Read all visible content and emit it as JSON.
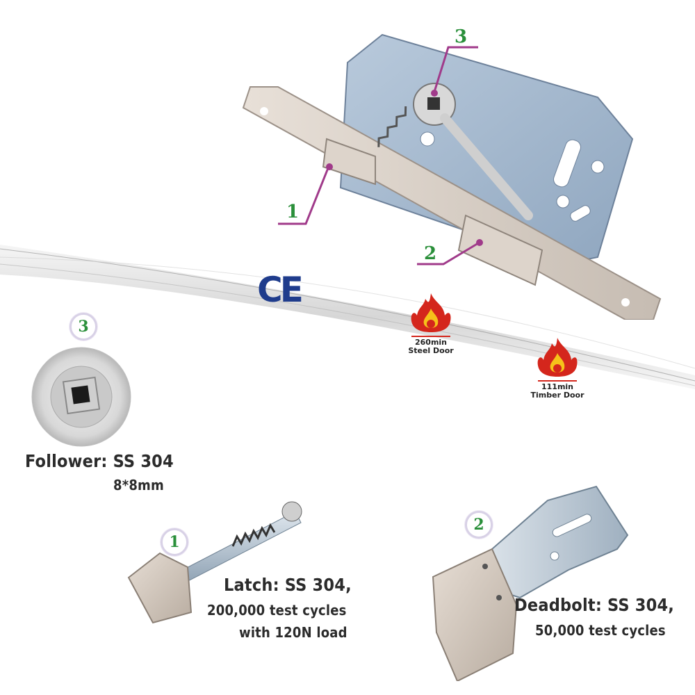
{
  "callouts": {
    "c1": "1",
    "c2": "2",
    "c3": "3"
  },
  "badges": {
    "b1": "1",
    "b2": "2",
    "b3": "3"
  },
  "ce_mark": "CE",
  "fire_ratings": [
    {
      "minutes": "260min",
      "door": "Steel Door"
    },
    {
      "minutes": "111min",
      "door": "Timber Door"
    }
  ],
  "follower": {
    "title": "Follower: SS 304",
    "size": "8*8mm"
  },
  "latch": {
    "title": "Latch: SS 304,",
    "line2": "200,000 test cycles",
    "line3": "with 120N load"
  },
  "deadbolt": {
    "title": "Deadbolt: SS 304,",
    "line2": "50,000 test cycles"
  },
  "colors": {
    "accent_green": "#2a8f3a",
    "leader_purple": "#a03a8a",
    "ce_blue": "#1f3c8c",
    "flame_red": "#d4261c",
    "flame_yellow": "#f6c21a"
  }
}
